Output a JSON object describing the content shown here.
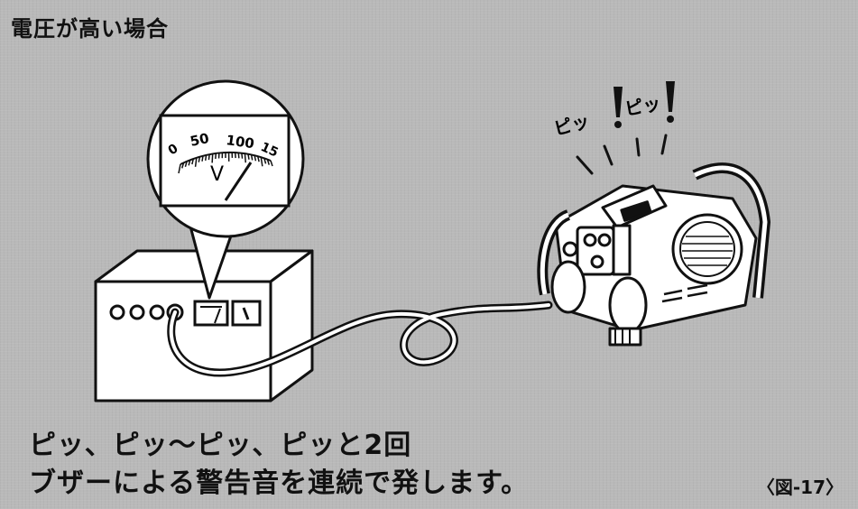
{
  "title": "電圧が高い場合",
  "caption": {
    "line1": "ピッ、ピッ〜ピッ、ピッと2回",
    "line2": "ブザーによる警告音を連続で発します。"
  },
  "figure_ref": "〈図-17〉",
  "meter": {
    "scale_labels": [
      "0",
      "50",
      "100",
      "15"
    ],
    "unit_symbol": "V"
  },
  "sound": {
    "beep1": "ピッ",
    "beep2": "ピッ"
  },
  "colors": {
    "background": "#b9b9b9",
    "line": "#111111",
    "fill": "#ffffff"
  }
}
